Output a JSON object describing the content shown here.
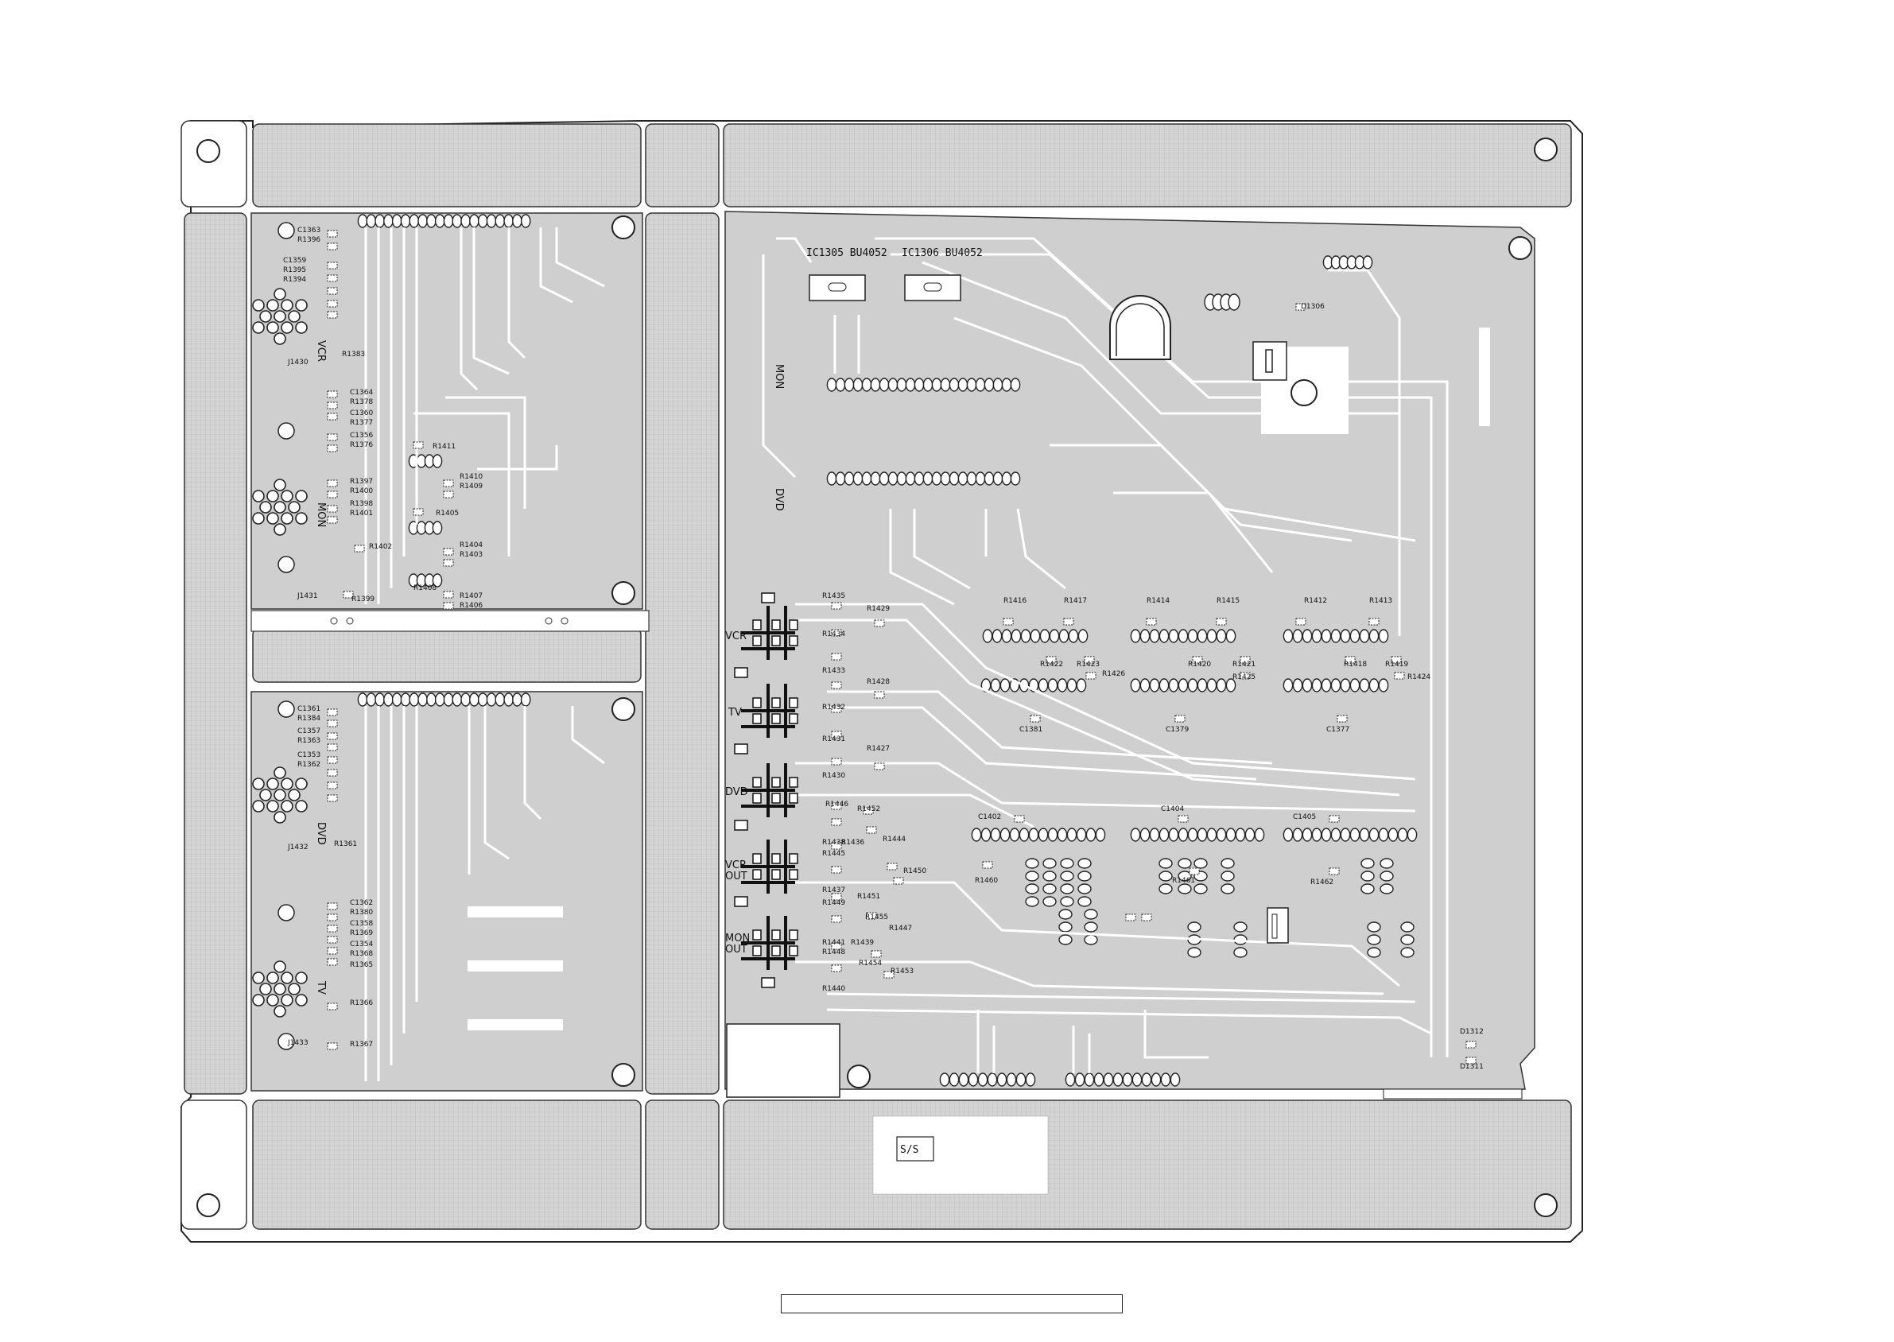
{
  "board": {
    "ic_labels": [
      "IC1305 BU4052",
      "IC1306 BU4052"
    ],
    "connector_labels": [
      "VCR",
      "MON",
      "DVD",
      "TV"
    ],
    "side_labels": [
      "MON",
      "DVD"
    ],
    "jack_labels": [
      {
        "id": "jack-vcr",
        "text": "VCR"
      },
      {
        "id": "jack-tv",
        "text": "TV"
      },
      {
        "id": "jack-dvd",
        "text": "DVD"
      },
      {
        "id": "jack-vcr-out-1",
        "text": "VCR"
      },
      {
        "id": "jack-vcr-out-2",
        "text": "OUT"
      },
      {
        "id": "jack-mon-out-1",
        "text": "MON"
      },
      {
        "id": "jack-mon-out-2",
        "text": "OUT"
      }
    ],
    "stamp": "S/S",
    "diode_labels": [
      "D1306",
      "D1312",
      "D1311"
    ],
    "left_top_refs": [
      "C1363",
      "R1396",
      "C1359",
      "R1395",
      "R1394",
      "C1364",
      "R1378",
      "C1360",
      "R1377",
      "C1356",
      "R1376",
      "R1397",
      "R1400",
      "R1398",
      "R1401",
      "R1411",
      "R1410",
      "R1409",
      "R1405",
      "R1404",
      "R1403",
      "R1402",
      "R1408",
      "R1407",
      "R1406",
      "R1399",
      "R1383",
      "J1430",
      "J1431"
    ],
    "left_bottom_refs": [
      "C1361",
      "R1384",
      "C1357",
      "R1363",
      "C1353",
      "R1362",
      "C1362",
      "R1380",
      "C1358",
      "R1369",
      "C1354",
      "R1368",
      "R1365",
      "R1366",
      "R1367",
      "R1361",
      "J1432",
      "J1433"
    ],
    "right_refs": [
      "R1435",
      "R1429",
      "R1434",
      "R1433",
      "R1428",
      "R1432",
      "R1431",
      "R1427",
      "R1430",
      "R1446",
      "R1452",
      "R1438",
      "R1436",
      "R1444",
      "R1445",
      "R1450",
      "R1437",
      "R1451",
      "R1449",
      "R1455",
      "R1447",
      "R1441",
      "R1439",
      "R1448",
      "R1454",
      "R1453",
      "R1440",
      "R1416",
      "R1417",
      "R1414",
      "R1415",
      "R1412",
      "R1413",
      "R1422",
      "R1423",
      "R1426",
      "R1420",
      "R1421",
      "R1425",
      "R1418",
      "R1419",
      "R1424",
      "C1381",
      "C1379",
      "C1377",
      "C1402",
      "C1404",
      "C1405",
      "R1460",
      "R1461",
      "R1462"
    ]
  }
}
